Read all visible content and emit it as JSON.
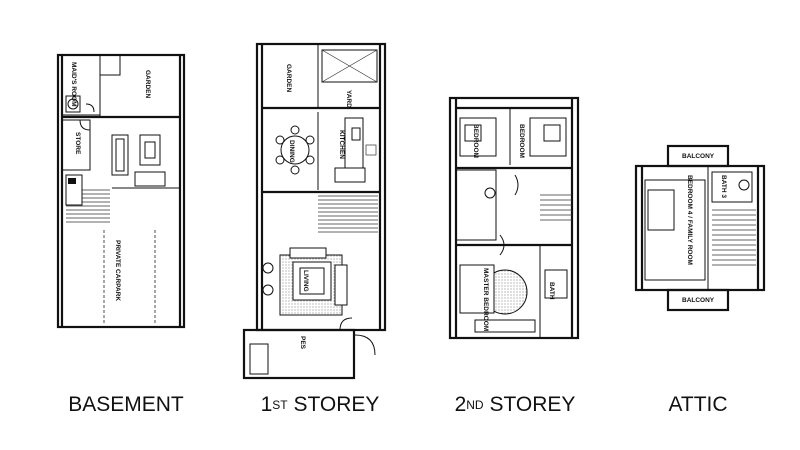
{
  "captions": {
    "basement": "BASEMENT",
    "first": {
      "num": "1",
      "sup": "ST",
      "rest": " STOREY"
    },
    "second": {
      "num": "2",
      "sup": "ND",
      "rest": " STOREY"
    },
    "attic": "ATTIC"
  },
  "rooms": {
    "maids_room": "MAID'S ROOM",
    "garden": "GARDEN",
    "store": "STORE",
    "private_carpark": "PRIVATE CARPARK",
    "yard": "YARD",
    "dining": "DINING",
    "kitchen": "KITCHEN",
    "living": "LIVING",
    "pes": "PES",
    "bedroom": "BEDROOM",
    "master_bedroom": "MASTER BEDROOM",
    "bath": "BATH",
    "bath_3": "BATH 3",
    "balcony": "BALCONY",
    "bedroom4": "BEDROOM 4 / FAMILY ROOM"
  }
}
